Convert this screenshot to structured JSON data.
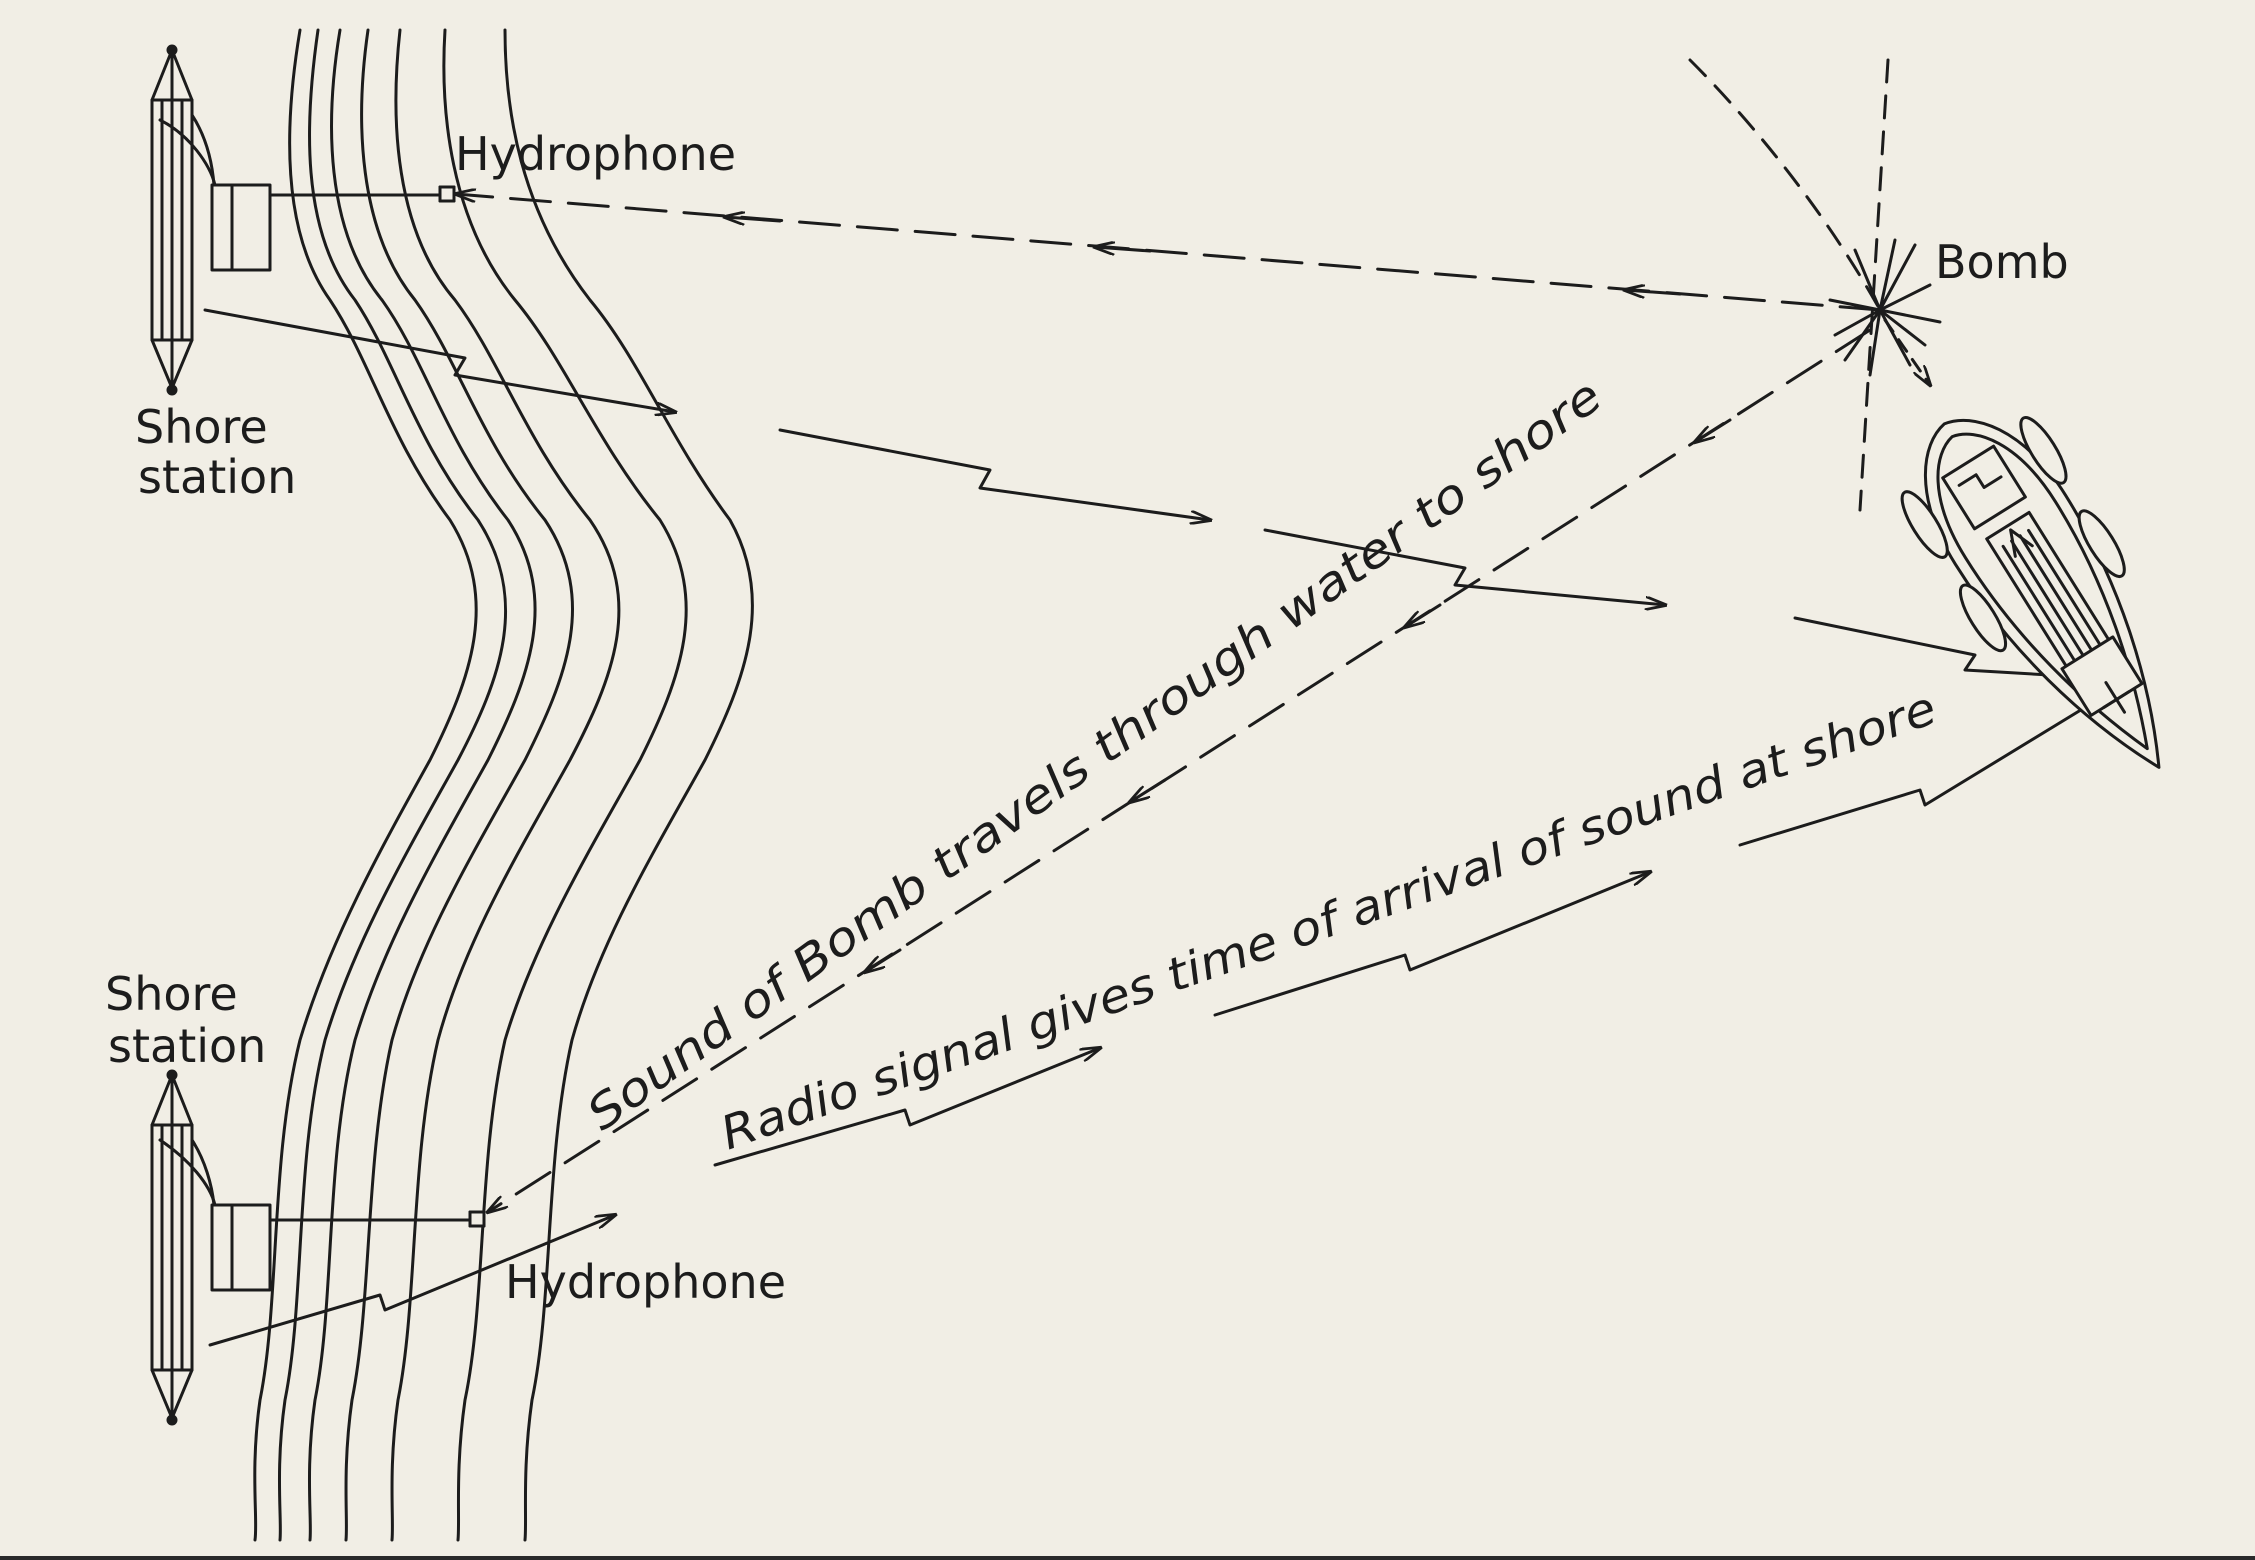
{
  "labels": {
    "hydrophone_top": "Hydrophone",
    "hydrophone_bottom": "Hydrophone",
    "bomb": "Bomb",
    "shore_station_top": [
      "Shore",
      "station"
    ],
    "shore_station_bottom": [
      "Shore",
      "station"
    ],
    "sound_path_caption": "Sound of Bomb travels through water to shore",
    "radio_path_caption": "Radio signal gives time of arrival of sound at shore"
  },
  "colors": {
    "paper": "#f1eee5",
    "ink": "#1c1c1c"
  }
}
